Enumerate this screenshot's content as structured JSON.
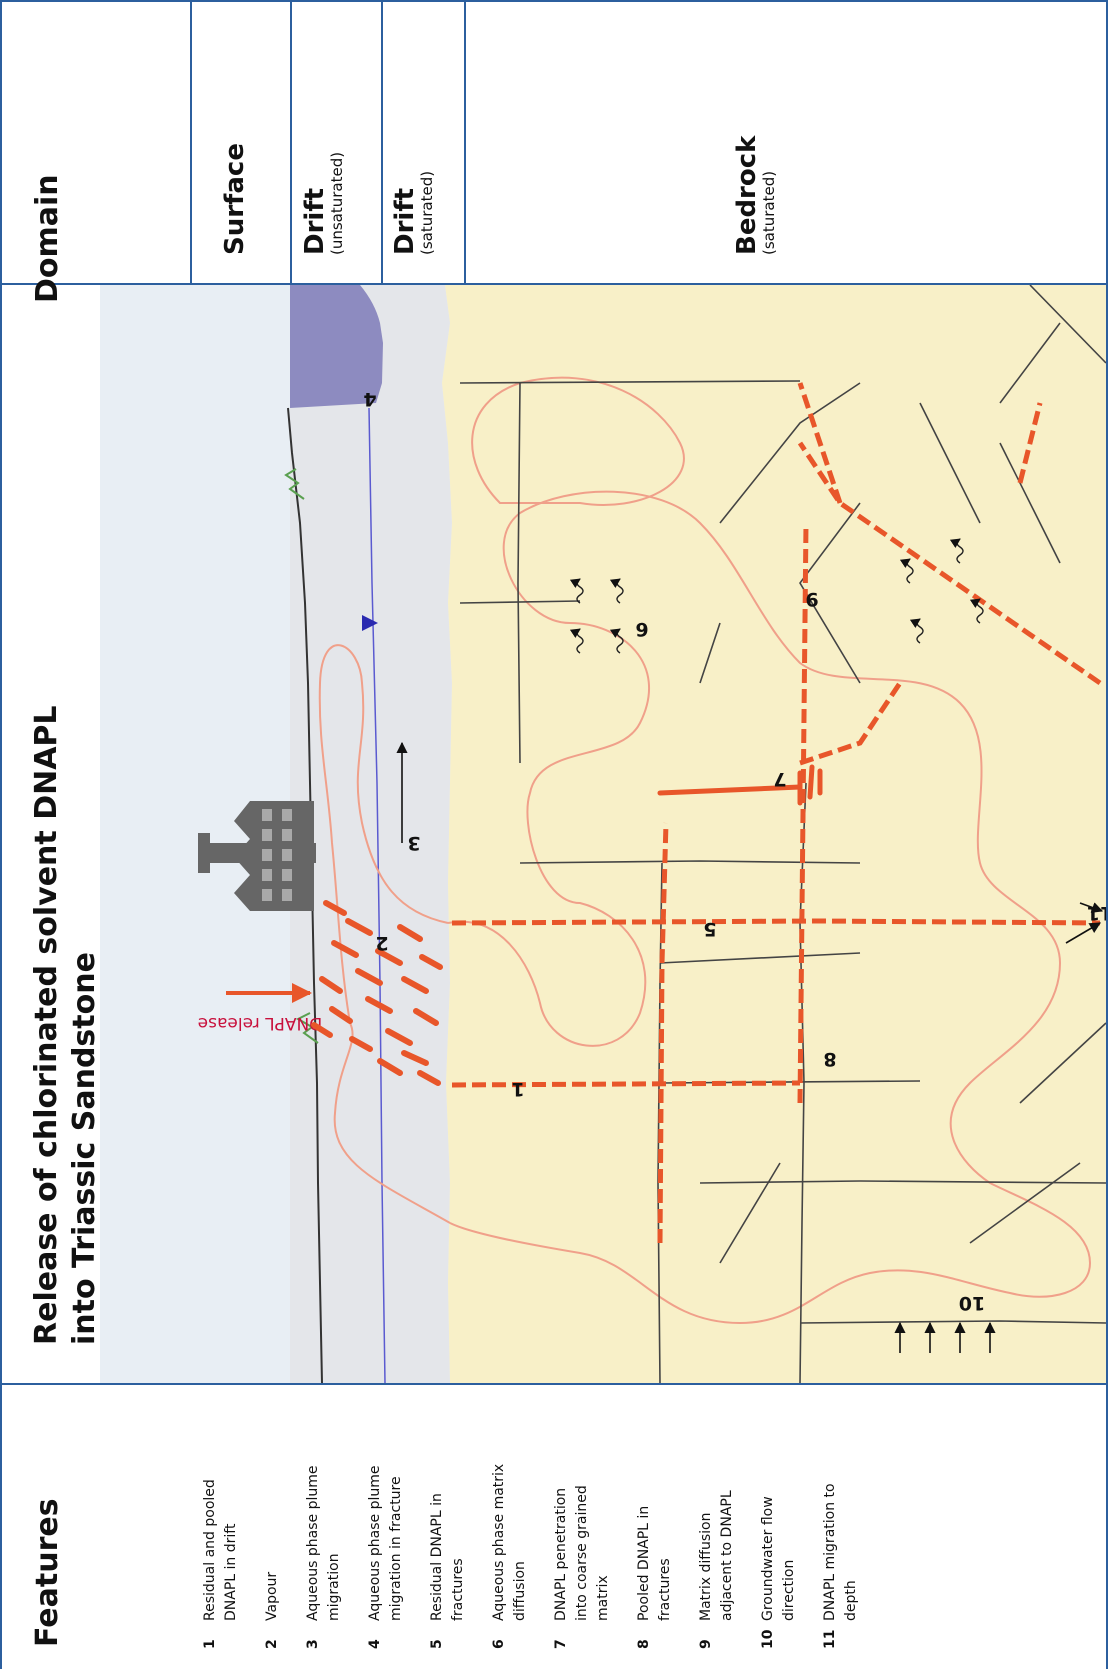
{
  "features": {
    "title": "Features",
    "items": [
      {
        "num": "1",
        "text": "Residual and pooled DNAPL in drift"
      },
      {
        "num": "2",
        "text": "Vapour"
      },
      {
        "num": "3",
        "text": "Aqueous phase plume migration"
      },
      {
        "num": "4",
        "text": "Aqueous phase plume migration in fracture"
      },
      {
        "num": "5",
        "text": "Residual DNAPL in fractures"
      },
      {
        "num": "6",
        "text": "Aqueous phase matrix diffusion"
      },
      {
        "num": "7",
        "text": "DNAPL penetration into coarse grained matrix"
      },
      {
        "num": "8",
        "text": "Pooled DNAPL in fractures"
      },
      {
        "num": "9",
        "text": "Matrix diffusion adjacent to DNAPL"
      },
      {
        "num": "10",
        "text": "Groundwater flow direction"
      },
      {
        "num": "11",
        "text": "DNAPL migration to depth"
      }
    ]
  },
  "diagram": {
    "title": "Release of chlorinated solvent DNAPL\ninto Triassic Sandstone",
    "release_label": "DNAPL release",
    "numbers": [
      "1",
      "2",
      "3",
      "4",
      "5",
      "6",
      "7",
      "8",
      "9",
      "10",
      "11"
    ]
  },
  "domain": {
    "title": "Domain",
    "rows": [
      {
        "label": "Surface",
        "sub": ""
      },
      {
        "label": "Drift",
        "sub": "(unsaturated)"
      },
      {
        "label": "Drift",
        "sub": "(saturated)"
      },
      {
        "label": "Bedrock",
        "sub": "(saturated)"
      }
    ]
  },
  "colors": {
    "rule": "#2c5f9e",
    "sky": "#e8eef4",
    "drift": "#e6e8ec",
    "bedrock": "#f8f0c8",
    "water": "#8d8bc0",
    "dnapl": "#e8562a",
    "plume": "#f0a08a",
    "fracture": "#444444"
  }
}
